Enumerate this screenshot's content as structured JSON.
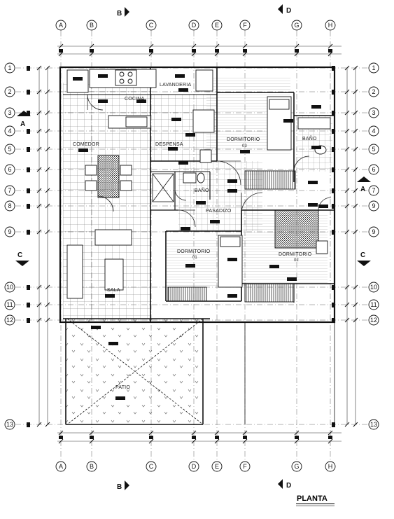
{
  "drawing": {
    "title": "PLANTA",
    "column_axes": [
      "A",
      "B",
      "C",
      "D",
      "E",
      "F",
      "G",
      "H"
    ],
    "row_axes": [
      "1",
      "2",
      "3",
      "4",
      "5",
      "6",
      "7",
      "8",
      "9",
      "10",
      "11",
      "12",
      "13"
    ],
    "row_axes_right": [
      "1",
      "2",
      "3",
      "4",
      "5",
      "6",
      "7",
      "9",
      "9",
      "10",
      "11",
      "12",
      "13"
    ],
    "section_marks": {
      "b": "B",
      "d": "D",
      "a": "A",
      "c": "C"
    },
    "rooms": {
      "cocina": "COCINA",
      "lavanderia": "LAVANDERIA",
      "comedor": "COMEDOR",
      "despensa": "DESPENSA",
      "dormitorio1": "DORMITORIO",
      "dormitorio1_num": "03",
      "bano1": "BAÑO",
      "bano2": "BAÑO",
      "pasadizo": "PASADIZO",
      "dormitorio2": "DORMITORIO",
      "dormitorio2_num": "01",
      "dormitorio3": "DORMITORIO",
      "dormitorio3_num": "02",
      "sala": "SALA",
      "patio": "PATIO"
    }
  }
}
